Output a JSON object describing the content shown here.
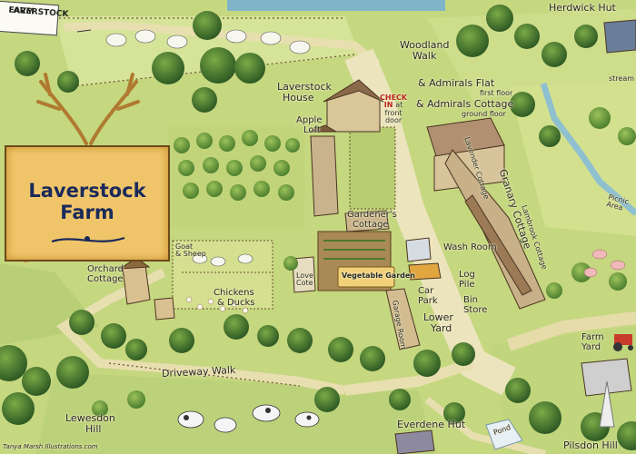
{
  "map": {
    "title": "Laverstock Farm",
    "signpost": [
      "LAVERSTOCK",
      "FARM"
    ],
    "credit": "Tanya Marsh Illustrations.com",
    "labels": {
      "herdwick_hut": "Herdwick Hut",
      "woodland_walk": [
        "Woodland",
        "Walk"
      ],
      "stream": "stream",
      "laverstock_house": [
        "Laverstock",
        "House"
      ],
      "check_in": [
        "CHECK",
        "IN",
        "at",
        "front",
        "door"
      ],
      "admirals_flat": "& Admirals Flat",
      "first_floor": "first floor",
      "admirals_cottage": "& Admirals Cottage",
      "ground_floor": "ground floor",
      "apple_loft": [
        "Apple",
        "Loft"
      ],
      "sunrise_cottage": "Lavender Cottage",
      "granary_cottage": "Granary Cottage",
      "lambrook_cottage": "Lambrook Cottage",
      "picnic_area": [
        "Picnic",
        "Area"
      ],
      "gardeners_cottage": [
        "Gardener's",
        "Cottage"
      ],
      "goat_sheep": [
        "Goat",
        "& Sheep"
      ],
      "orchard_cottage": [
        "Orchard",
        "Cottage"
      ],
      "love_cote": [
        "Love",
        "Cote"
      ],
      "vegetable_garden": "Vegetable Garden",
      "wash_room": [
        "Wash",
        "Room"
      ],
      "log_pile": [
        "Log",
        "Pile"
      ],
      "bin_store": [
        "Bin",
        "Store"
      ],
      "car_park": [
        "Car",
        "Park"
      ],
      "chickens_ducks": [
        "Chickens",
        "& Ducks"
      ],
      "lower_yard": [
        "Lower",
        "Yard"
      ],
      "garage_room": "Garage Room",
      "farm_yard": [
        "Farm",
        "Yard"
      ],
      "driveway_walk": "Driveway Walk",
      "lewesdon_hill": [
        "Lewesdon",
        "Hill"
      ],
      "everdene_hut": "Everdene Hut",
      "pond": "Pond",
      "pilsdon_hill": "Pilsdon Hill"
    }
  }
}
